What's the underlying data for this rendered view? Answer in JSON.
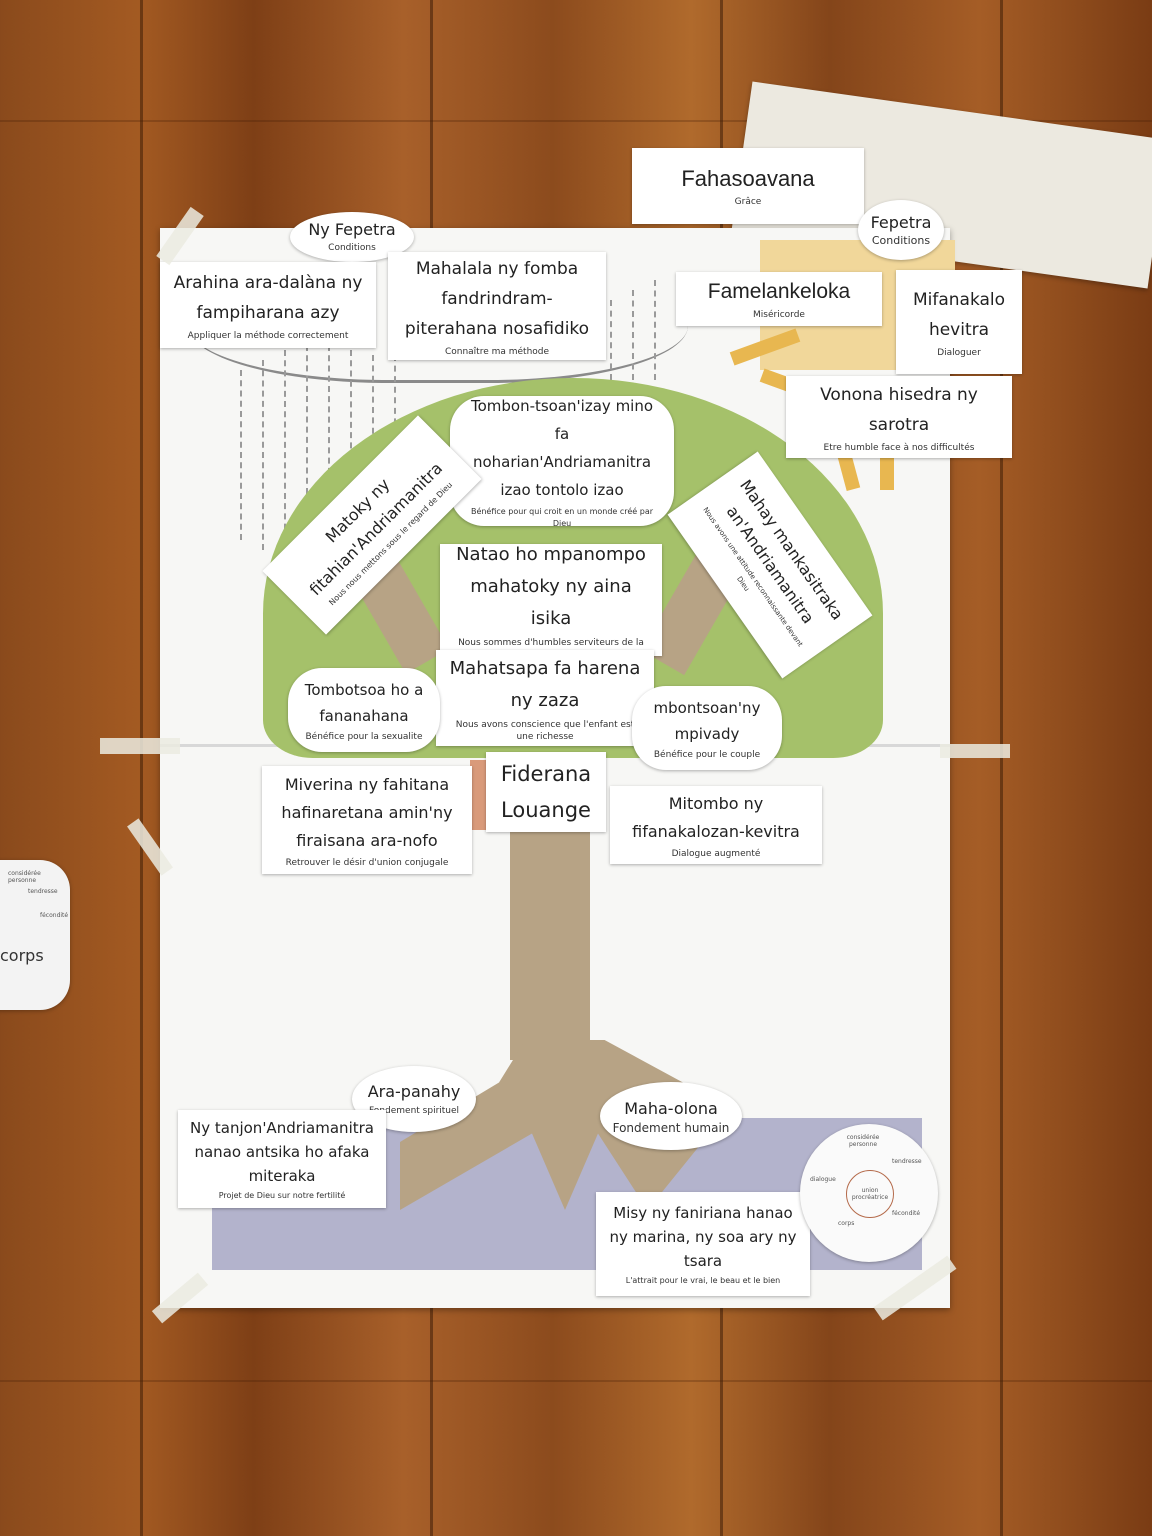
{
  "poster": {
    "top_tag": {
      "title": "Fahasoavana",
      "subtitle": "Grâce"
    },
    "left_tag": {
      "title": "Ny Fepetra",
      "subtitle": "Conditions"
    },
    "right_tag": {
      "title": "Fepetra",
      "subtitle": "Conditions"
    },
    "famelan": {
      "title": "Famelankeloka",
      "subtitle": "Miséricorde"
    },
    "arahina": {
      "title": "Arahina ara-dalàna ny fampiharana azy",
      "subtitle": "Appliquer la méthode correctement"
    },
    "mahalala": {
      "title": "Mahalala ny fomba fandrindram-piterahana nosafidiko",
      "subtitle": "Connaître ma méthode"
    },
    "mifanakalo": {
      "title": "Mifanakalo hevitra",
      "subtitle": "Dialoguer"
    },
    "vonona": {
      "title": "Vonona hisedra ny sarotra",
      "subtitle": "Etre humble face à nos difficultés"
    },
    "tombon_top": {
      "title": "Tombon-tsoan'izay mino fa noharian'Andriamanitra izao tontolo izao",
      "subtitle": "Bénéfice pour qui croit en un monde créé par Dieu"
    },
    "matoky": {
      "title": "Matoky ny fitahian'Andriamanitra",
      "subtitle": "Nous nous mettons sous le regard de Dieu"
    },
    "mahay": {
      "title": "Mahay mankasitraka an'Andriamanitra",
      "subtitle": "Nous avons une attitude reconnaissante devant Dieu"
    },
    "natao": {
      "title": "Natao ho mpanompo mahatoky ny aina isika",
      "subtitle": "Nous sommes d'humbles serviteurs de la Vie"
    },
    "mahatsapa": {
      "title": "Mahatsapa fa harena ny zaza",
      "subtitle": "Nous avons conscience que l'enfant est une richesse"
    },
    "tombotsoa_left": {
      "title": "Tombotsoa ho a fananahana",
      "subtitle": "Bénéfice pour la sexualite"
    },
    "tombotsoa_right": {
      "title": "mbontsoan'ny mpivady",
      "subtitle": "Bénéfice pour le couple"
    },
    "fiderana": {
      "title": "Fiderana",
      "subtitle": "Louange"
    },
    "miverina": {
      "title": "Miverina ny fahitana hafinaretana amin'ny firaisana ara-nofo",
      "subtitle": "Retrouver le désir d'union conjugale"
    },
    "mitombo": {
      "title": "Mitombo ny fifanakalozan-kevitra",
      "subtitle": "Dialogue augmenté"
    },
    "ara_panahy": {
      "title": "Ara-panahy",
      "subtitle": "Fondement spirituel"
    },
    "maha_olona": {
      "title": "Maha-olona",
      "subtitle": "Fondement humain"
    },
    "tanjon": {
      "title": "Ny tanjon'Andriamanitra nanao antsika ho afaka miteraka",
      "subtitle": "Projet de Dieu sur notre fertilité"
    },
    "misy": {
      "title": "Misy ny faniriana hanao ny marina, ny soa ary ny tsara",
      "subtitle": "L'attrait pour le vrai, le beau et le bien"
    },
    "flower": {
      "center": "union procréatrice",
      "petals": [
        "considérée personne",
        "tendresse",
        "fécondité",
        "corps",
        "dialogue"
      ]
    }
  },
  "side_flower": {
    "label": "corps",
    "petals": [
      "considérée personne",
      "tendresse",
      "fécondité"
    ]
  },
  "colors": {
    "tree_green": "#a5c16a",
    "trunk": "#b7a385",
    "ground": "#b3b3cc",
    "sun": "#e8b750",
    "wood": "#9a5420"
  }
}
